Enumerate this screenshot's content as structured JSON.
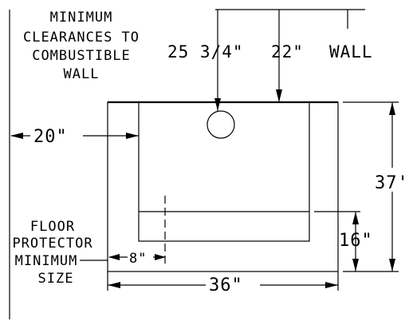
{
  "notes": {
    "clearance_line1": "MINIMUM",
    "clearance_line2": "CLEARANCES TO",
    "clearance_line3": "COMBUSTIBLE",
    "clearance_line4": "WALL",
    "floor_line1": "FLOOR",
    "floor_line2": "PROTECTOR",
    "floor_line3": "MINIMUM",
    "floor_line4": "SIZE"
  },
  "dimensions": {
    "flue_center": "25 3/4\"",
    "back_clearance": "22\"",
    "wall": "WALL",
    "side_clearance": "20\"",
    "depth": "37'",
    "front_extension": "16\"",
    "side_extension": "8\"",
    "width": "36\""
  }
}
